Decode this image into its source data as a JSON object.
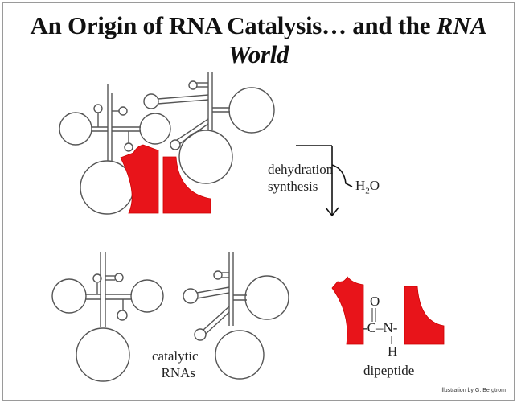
{
  "title": {
    "main": "An Origin of RNA Catalysis… and the ",
    "italic": "RNA World"
  },
  "labels": {
    "reaction_line1": "dehydration",
    "reaction_line2": "synthesis",
    "water": "H",
    "water_sub": "2",
    "water_o": "O",
    "catalytic_line1": "catalytic",
    "catalytic_line2": "RNAs",
    "dipeptide": "dipeptide",
    "bond_o": "O",
    "bond_cn": "-C–N-",
    "bond_h": "H"
  },
  "credit": "Illustration by G. Bergtrom",
  "colors": {
    "amino_acid": "#e8141a",
    "line": "#555555"
  }
}
